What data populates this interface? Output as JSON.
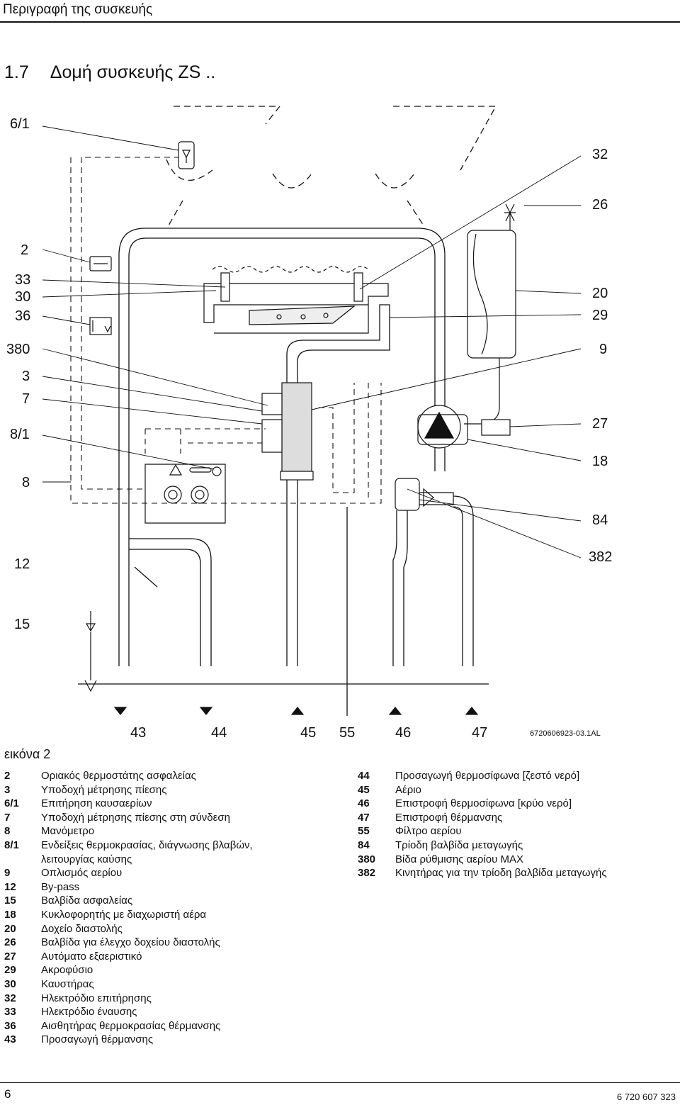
{
  "header": {
    "title": "Περιγραφή της συσκευής"
  },
  "section": {
    "number": "1.7",
    "title": "Δομή συσκευής ZS .."
  },
  "figure": {
    "callouts_left": [
      "6/1",
      "2",
      "33",
      "30",
      "36",
      "380",
      "3",
      "7",
      "8/1",
      "8",
      "12",
      "15"
    ],
    "callouts_right": [
      "32",
      "26",
      "20",
      "29",
      "9",
      "27",
      "18",
      "84",
      "382"
    ],
    "callouts_bottom": [
      "43",
      "44",
      "45",
      "55",
      "46",
      "47"
    ],
    "figure_id": "6720606923-03.1AL",
    "caption": "εικόνα 2"
  },
  "legend": {
    "left": [
      {
        "num": "2",
        "text": "Οριακός θερμοστάτης ασφαλείας"
      },
      {
        "num": "3",
        "text": "Υποδοχή μέτρησης πίεσης"
      },
      {
        "num": "6/1",
        "text": "Επιτήρηση καυσαερίων"
      },
      {
        "num": "7",
        "text": "Υποδοχή μέτρησης πίεσης στη σύνδεση"
      },
      {
        "num": "8",
        "text": "Μανόμετρο"
      },
      {
        "num": "8/1",
        "text": "Ενδείξεις θερμοκρασίας, διάγνωσης βλαβών,"
      },
      {
        "num": "",
        "text": "λειτουργίας καύσης"
      },
      {
        "num": "9",
        "text": "Οπλισμός αερίου"
      },
      {
        "num": "12",
        "text": "By-pass"
      },
      {
        "num": "15",
        "text": "Βαλβίδα ασφαλείας"
      },
      {
        "num": "18",
        "text": "Κυκλοφορητής με διαχωριστή αέρα"
      },
      {
        "num": "20",
        "text": "Δοχείο διαστολής"
      },
      {
        "num": "26",
        "text": "Βαλβίδα για έλεγχο δοχείου διαστολής"
      },
      {
        "num": "27",
        "text": "Αυτόματο εξαεριστικό"
      },
      {
        "num": "29",
        "text": "Ακροφύσιο"
      },
      {
        "num": "30",
        "text": "Καυστήρας"
      },
      {
        "num": "32",
        "text": "Ηλεκτρόδιο επιτήρησης"
      },
      {
        "num": "33",
        "text": "Ηλεκτρόδιο έναυσης"
      },
      {
        "num": "36",
        "text": "Αισθητήρας θερμοκρασίας θέρμανσης"
      },
      {
        "num": "43",
        "text": "Προσαγωγή θέρμανσης"
      }
    ],
    "right": [
      {
        "num": "44",
        "text": "Προσαγωγή θερμοσίφωνα [ζεστό νερό]"
      },
      {
        "num": "45",
        "text": "Αέριο"
      },
      {
        "num": "46",
        "text": "Επιστροφή θερμοσίφωνα [κρύο νερό]"
      },
      {
        "num": "47",
        "text": "Επιστροφή θέρμανσης"
      },
      {
        "num": "55",
        "text": "Φίλτρο αερίου"
      },
      {
        "num": "84",
        "text": "Τρίοδη βαλβίδα μεταγωγής"
      },
      {
        "num": "380",
        "text": "Βίδα ρύθμισης αερίου MAX"
      },
      {
        "num": "382",
        "text": "Κινητήρας για την τρίοδη βαλβίδα μεταγωγής"
      }
    ]
  },
  "footer": {
    "page": "6",
    "doc_number": "6 720 607 323"
  }
}
